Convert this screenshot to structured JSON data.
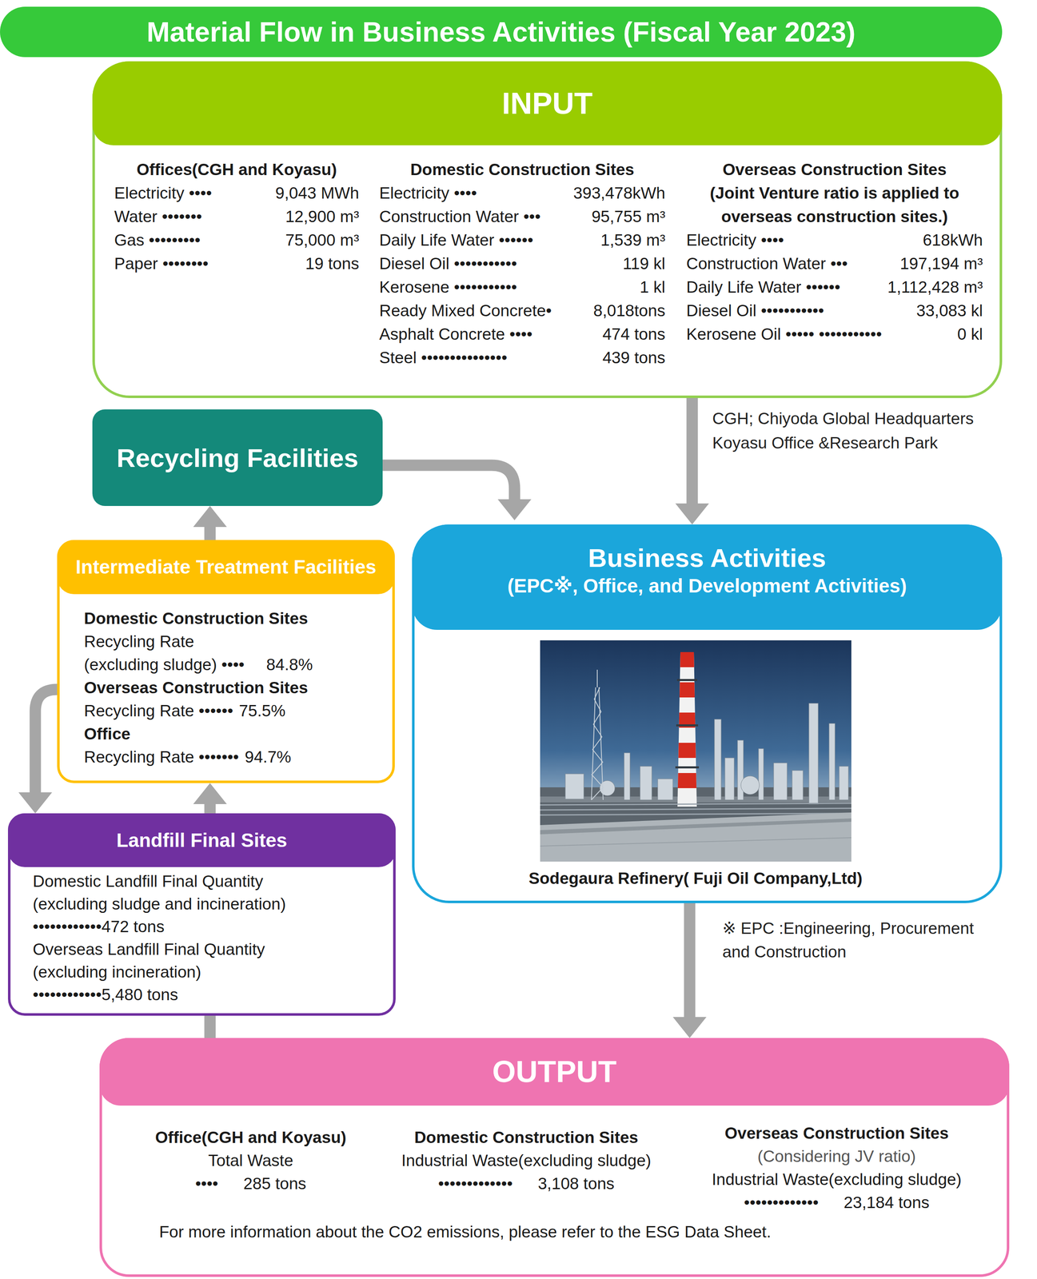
{
  "diagram": {
    "title": "Material Flow in Business Activities (Fiscal Year 2023)",
    "nodes": [
      {
        "text": [
          "INPUT",
          "Offices(CGH and Koyasu)",
          "Electricity ••••",
          "9,043 MWh",
          "Water •••••••",
          "12,900 m³",
          "Gas •••••••••",
          "75,000 m³",
          "Paper ••••••••",
          "19 tons",
          "Domestic Construction Sites",
          "Electricity ••••",
          "393,478kWh",
          "Construction Water •••",
          "95,755 m³",
          "Daily Life Water ••••••",
          "1,539 m³",
          "Diesel Oil •••••••••••",
          "119 kl",
          "Kerosene •••••••••••",
          "1 kl",
          "Ready Mixed Concrete•",
          "8,018tons",
          "Asphalt Concrete ••••",
          "474 tons",
          "Steel •••••••••••••••",
          "439 tons",
          "Overseas Construction Sites (Joint Venture ratio is applied to overseas construction sites.)",
          "Electricity ••••",
          "618kWh",
          "Construction Water •••",
          "197,194 m³",
          "Daily Life Water ••••••",
          "1,112,428 m³",
          "Diesel Oil •••••••••••",
          "33,083 kl",
          "Kerosene Oil ••••• •••••••••••",
          "0 kl"
        ]
      },
      {
        "text": [
          "Recycling Facilities"
        ]
      },
      {
        "text": [
          "Intermediate Treatment Facilities",
          "Domestic Construction Sites",
          "Recycling Rate (excluding sludge) ••••",
          "84.8%",
          "Overseas Construction Sites",
          "Recycling Rate ••••••",
          "75.5%",
          "Office",
          "Recycling Rate •••••••",
          "94.7%"
        ]
      },
      {
        "text": [
          "Landfill Final Sites",
          "Domestic Landfill Final Quantity (excluding sludge and incineration)",
          "••••••••••••472 tons",
          "Overseas Landfill Final Quantity (excluding incineration)",
          "••••••••••••5,480 tons"
        ]
      },
      {
        "text": [
          "Business Activities",
          "(EPC※, Office, and Development Activities)",
          "Sodegaura Refinery( Fuji Oil Company,Ltd)"
        ]
      },
      {
        "text": [
          "OUTPUT",
          "Office(CGH and Koyasu)",
          "Total Waste",
          "••••",
          "285 tons",
          "Domestic Construction Sites",
          "Industrial Waste(excluding sludge)",
          "•••••••••••••",
          "3,108 tons",
          "Overseas Construction Sites",
          "(Considering JV ratio)",
          "Industrial Waste(excluding sludge)",
          "•••••••••••••",
          "23,184 tons",
          "For more information about the CO2 emissions, please refer to the ESG Data Sheet."
        ]
      }
    ],
    "edges": [
      {
        "from": 0,
        "to": 4,
        "arrow": "to"
      },
      {
        "from": 1,
        "to": 4,
        "arrow": "to"
      },
      {
        "from": 2,
        "to": 1,
        "arrow": "to"
      },
      {
        "from": 3,
        "to": 2,
        "arrow": "to"
      },
      {
        "from": 2,
        "to": 3,
        "arrow": "to"
      },
      {
        "from": 4,
        "to": 5,
        "arrow": "to"
      },
      {
        "from": 5,
        "to": 3,
        "arrow": "none"
      }
    ],
    "labels": [
      "CGH; Chiyoda Global Headquarters",
      "Koyasu Office &Research Park",
      "※ EPC :Engineering, Procurement and Construction"
    ]
  }
}
